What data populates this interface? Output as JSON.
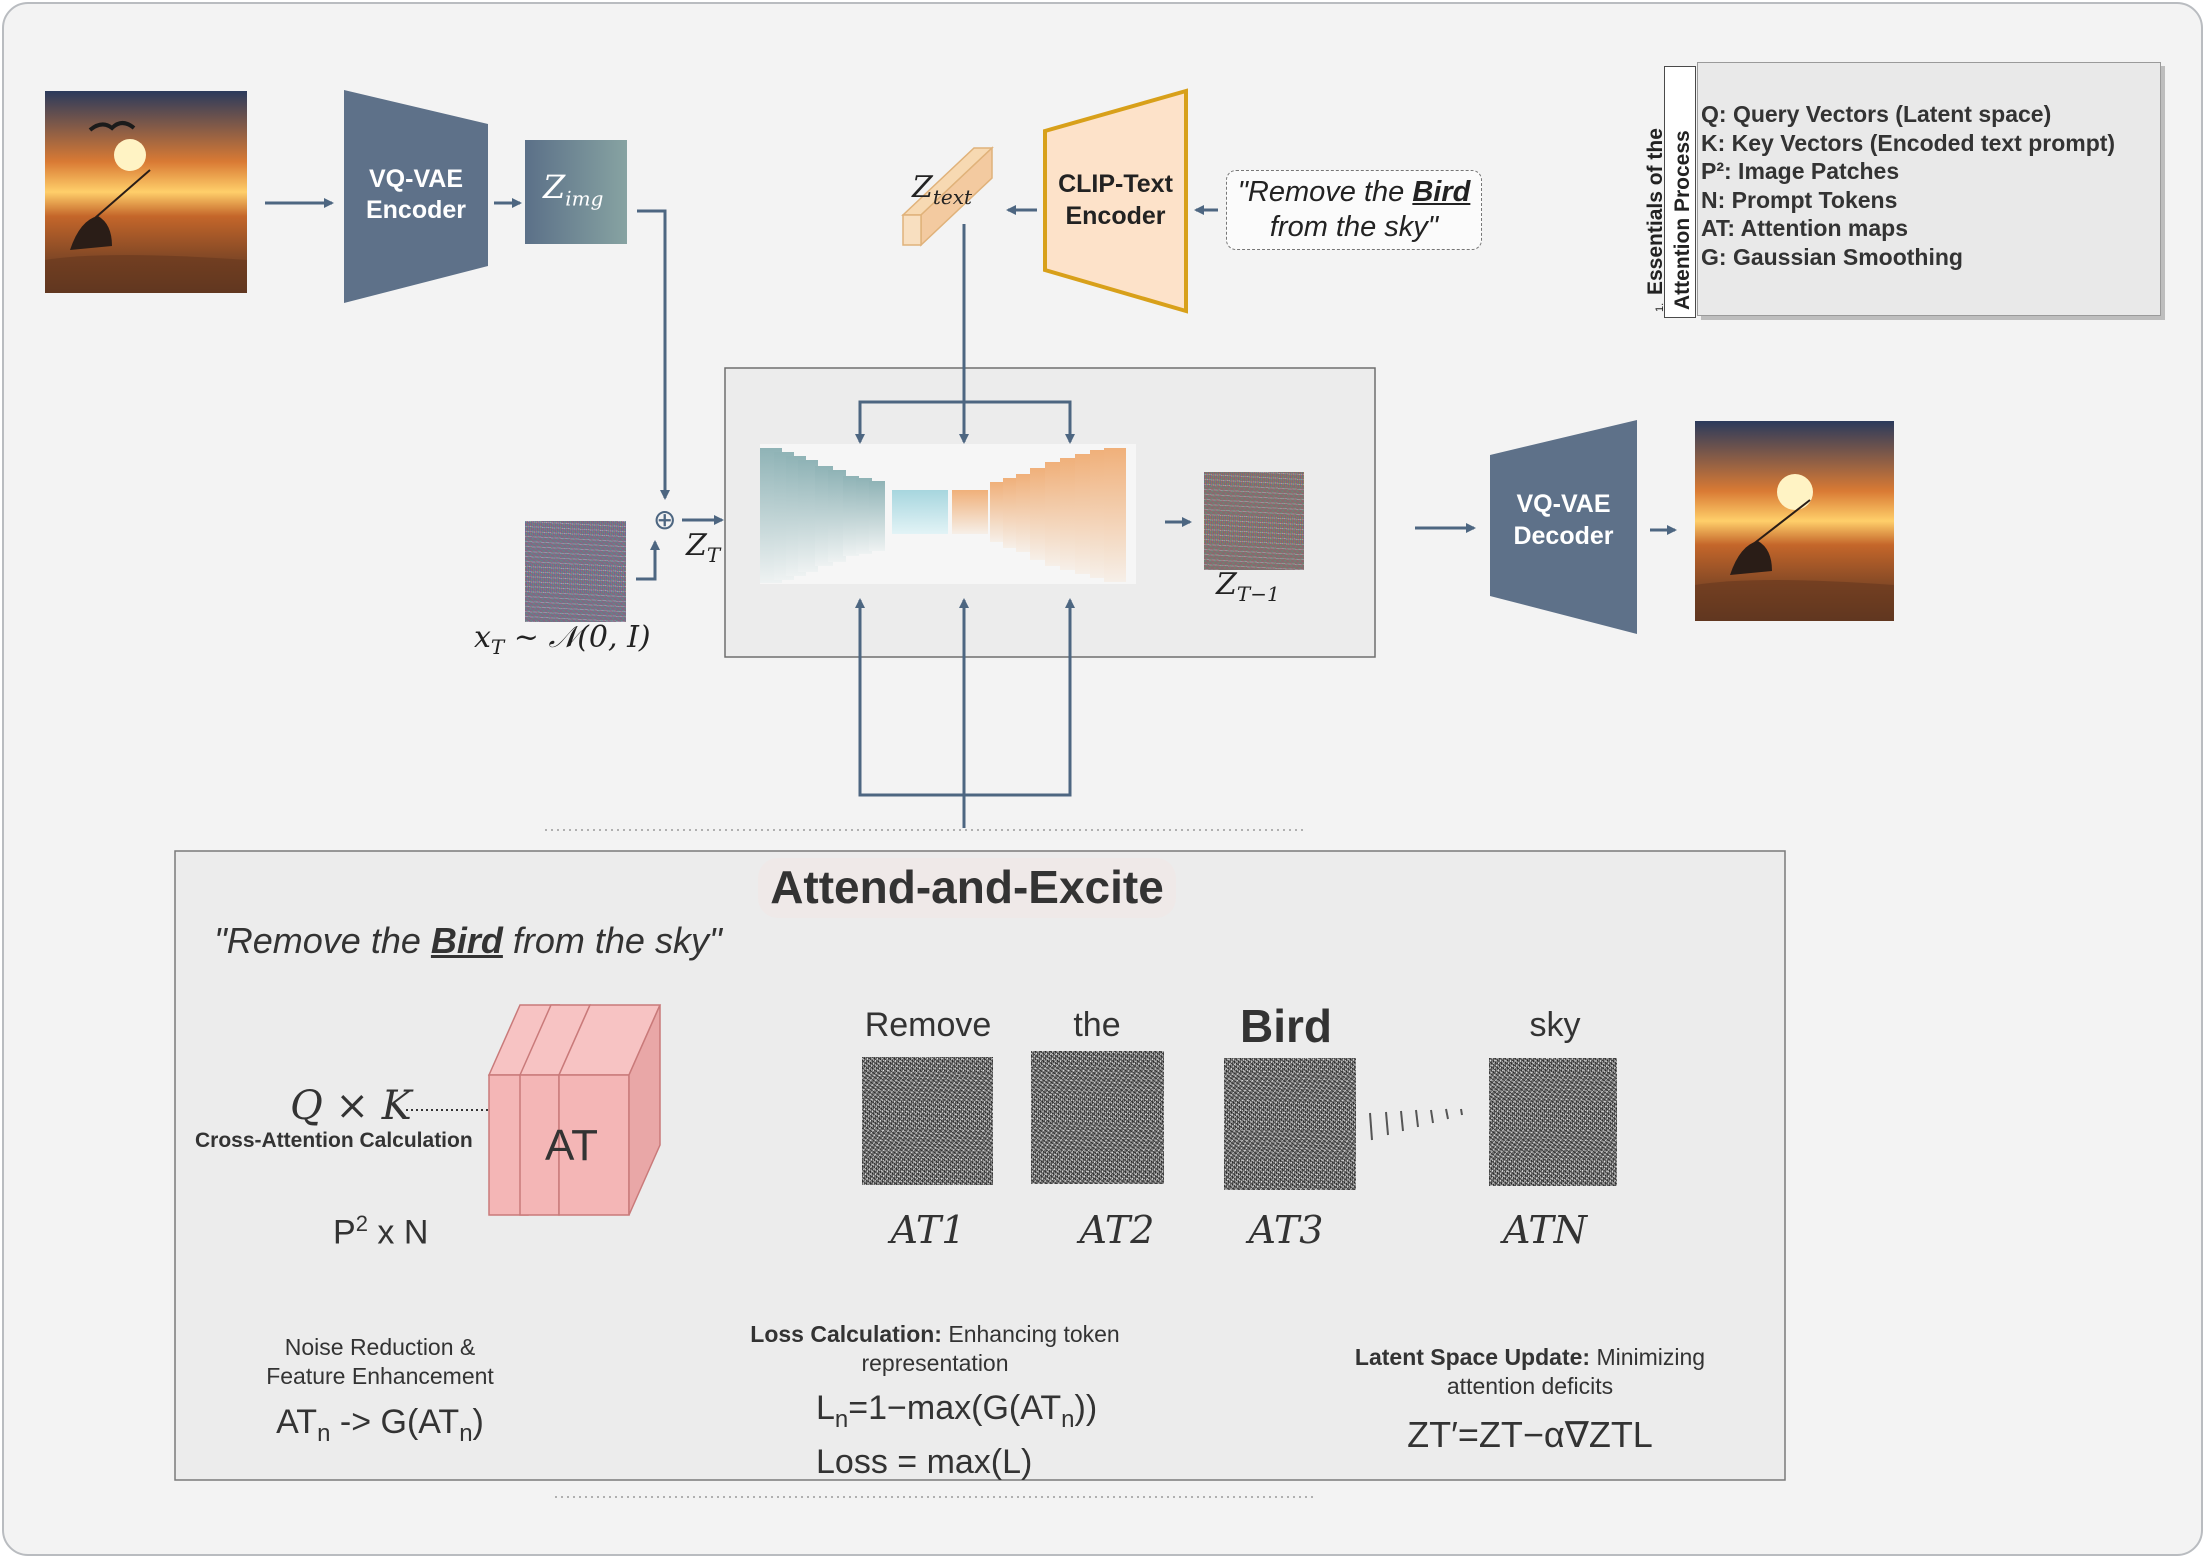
{
  "colors": {
    "encoder_fill": "#5e7189",
    "arrow": "#4d6681",
    "clip_fill": "#fde2c9",
    "clip_border": "#d8a01a",
    "attn_block": "#f4b6b6",
    "panel_bg": "#ececec"
  },
  "top": {
    "vq_encoder": {
      "line1": "VQ-VAE",
      "line2": "Encoder"
    },
    "z_img": "Z",
    "z_img_sub": "img",
    "clip_encoder": {
      "line1": "CLIP-Text",
      "line2": "Encoder"
    },
    "z_text": "Z",
    "z_text_sub": "text",
    "prompt": {
      "pre": "\"Remove the ",
      "word": "Bird",
      "post": "from the sky\""
    },
    "noise_label": {
      "x": "x",
      "x_sub": "T",
      "rest": " ~ 𝒩(0, I)"
    },
    "oplus": "⊕",
    "z_t": "Z",
    "z_t_sub": "T",
    "z_t1": "Z",
    "z_t1_sub": "T−1",
    "vq_decoder": {
      "line1": "VQ-VAE",
      "line2": "Decoder"
    }
  },
  "legend": {
    "title_line1": "Essentials of the",
    "title_line2": "Attention Process",
    "corner_mark": "1.",
    "items": [
      "Q: Query Vectors (Latent space)",
      "K: Key Vectors (Encoded text prompt)",
      "P²: Image Patches",
      "N: Prompt Tokens",
      "AT: Attention maps",
      "G: Gaussian Smoothing"
    ]
  },
  "bottom": {
    "title": "Attend-and-Excite",
    "prompt": {
      "pre": "\"Remove the ",
      "word": "Bird",
      "post": " from the sky\""
    },
    "qk": "Q × K",
    "cross_attn": "Cross-Attention Calculation",
    "at_block": "AT",
    "p2n": {
      "p": "P",
      "sup": "2",
      "rest": " x N"
    },
    "tokens": [
      {
        "word": "Remove",
        "label": "AT1",
        "bold": false
      },
      {
        "word": "the",
        "label": "AT2",
        "bold": false
      },
      {
        "word": "Bird",
        "label": "AT3",
        "bold": true
      },
      {
        "word": "sky",
        "label": "ATN",
        "bold": false
      }
    ],
    "noise_reduction": {
      "line1": "Noise Reduction &",
      "line2": "Feature Enhancement",
      "formula_pre": "AT",
      "sub1": "n",
      "formula_mid": " -> G(AT",
      "sub2": "n",
      "formula_post": ")"
    },
    "loss": {
      "head": "Loss Calculation:",
      "line1_rest": " Enhancing token",
      "line2": "representation",
      "f1_pre": "L",
      "f1_sub": "n",
      "f1_mid": "=1−max(G(AT",
      "f1_sub2": "n",
      "f1_post": "))",
      "f2": "Loss = max(L)"
    },
    "latent": {
      "head": "Latent Space Update:",
      "line1_rest": " Minimizing",
      "line2": "attention deficits",
      "formula": "ZT′=ZT−α∇ZTL"
    }
  }
}
